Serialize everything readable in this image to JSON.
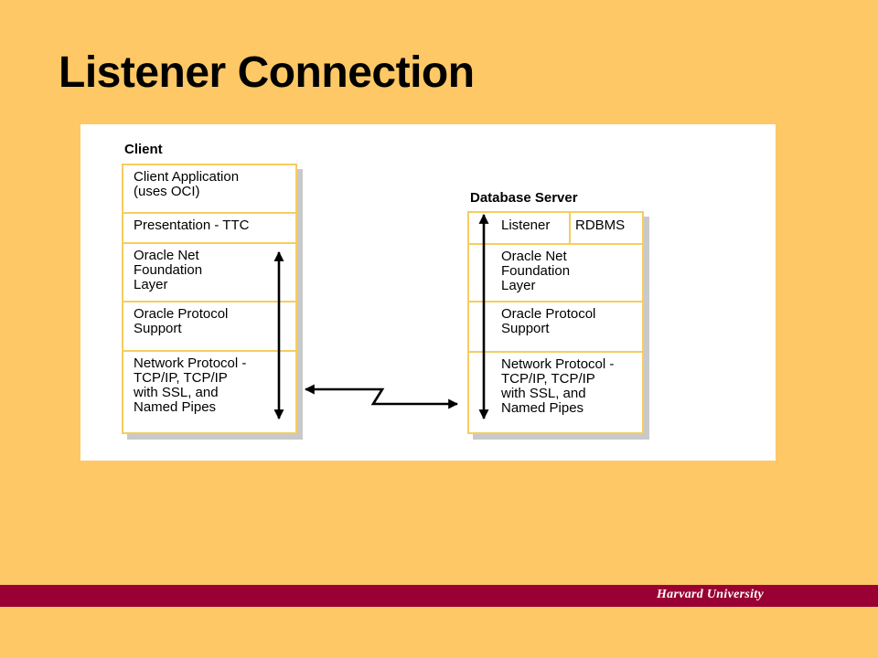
{
  "slide": {
    "title": "Listener Connection",
    "footer": "Harvard University",
    "colors": {
      "background": "#fdc865",
      "footer_bar": "#990033",
      "layer_border": "#f5cd60",
      "shadow": "#c9c9c9"
    }
  },
  "diagram": {
    "client": {
      "label": "Client",
      "layers": [
        "Client Application\n(uses OCI)",
        "Presentation - TTC",
        "Oracle Net\nFoundation\nLayer",
        "Oracle Protocol\nSupport",
        "Network Protocol -\nTCP/IP, TCP/IP\nwith SSL, and\nNamed Pipes"
      ]
    },
    "server": {
      "label": "Database Server",
      "top_left": "Listener",
      "top_right": "RDBMS",
      "layers": [
        "Oracle Net\nFoundation\nLayer",
        "Oracle Protocol\nSupport",
        "Network Protocol -\nTCP/IP, TCP/IP\nwith SSL, and\nNamed Pipes"
      ]
    },
    "icons": {
      "client_vertical": "double-headed-vertical-arrow",
      "server_vertical": "double-headed-vertical-arrow",
      "network_link": "zigzag-double-headed-arrow"
    }
  }
}
